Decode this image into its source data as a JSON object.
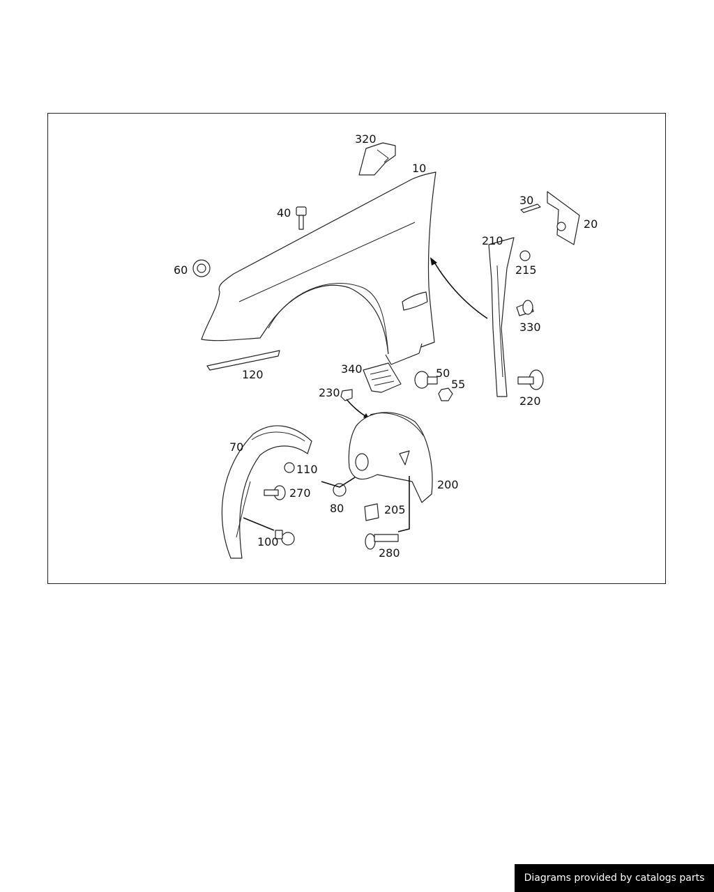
{
  "diagram": {
    "callouts": [
      {
        "id": "320",
        "text": "320"
      },
      {
        "id": "10",
        "text": "10"
      },
      {
        "id": "40",
        "text": "40"
      },
      {
        "id": "30",
        "text": "30"
      },
      {
        "id": "20",
        "text": "20"
      },
      {
        "id": "60",
        "text": "60"
      },
      {
        "id": "210",
        "text": "210"
      },
      {
        "id": "215",
        "text": "215"
      },
      {
        "id": "330",
        "text": "330"
      },
      {
        "id": "120",
        "text": "120"
      },
      {
        "id": "340",
        "text": "340"
      },
      {
        "id": "50",
        "text": "50"
      },
      {
        "id": "55",
        "text": "55"
      },
      {
        "id": "230",
        "text": "230"
      },
      {
        "id": "220",
        "text": "220"
      },
      {
        "id": "70",
        "text": "70"
      },
      {
        "id": "110",
        "text": "110"
      },
      {
        "id": "270",
        "text": "270"
      },
      {
        "id": "200",
        "text": "200"
      },
      {
        "id": "80",
        "text": "80"
      },
      {
        "id": "205",
        "text": "205"
      },
      {
        "id": "100",
        "text": "100"
      },
      {
        "id": "280",
        "text": "280"
      }
    ]
  },
  "footer": {
    "credit": "Diagrams provided by catalogs parts"
  }
}
